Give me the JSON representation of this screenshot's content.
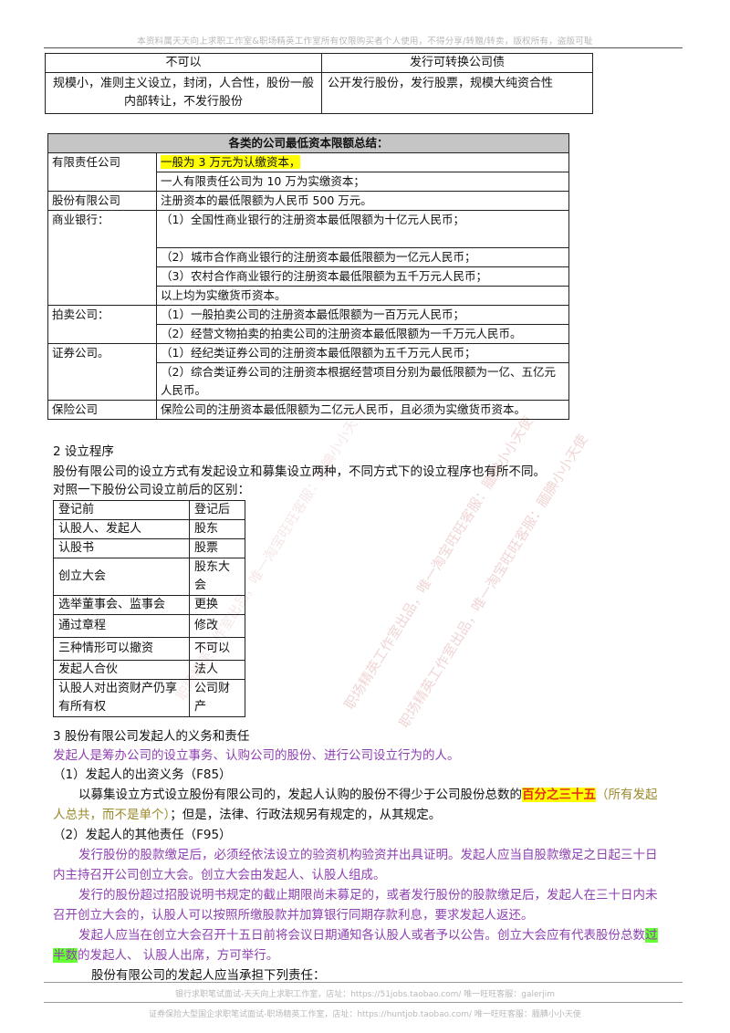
{
  "header": {
    "text": "本资料属天天向上求职工作室&职场精英工作室所有仅限购买者个人使用，不得分享/转赠/转卖，版权所有，盗版可耻"
  },
  "table1": {
    "h1": "不可以",
    "h2": "发行可转换公司债",
    "c1": "规模小，准则主义设立，封闭，人合性，股份一般内部转让，不发行股份",
    "c2": "公开发行股份，发行股票，规模大纯资合性"
  },
  "table2": {
    "title": "各类的公司最低资本限额总结：",
    "llc_label": "有限责任公司",
    "llc_1": "一般为 3 万元为认缴资本，",
    "llc_2": "一人有限责任公司为 10 万为实缴资本；",
    "jsc_label": "股份有限公司",
    "jsc_1": "注册资本的最低限额为人民币 500 万元。",
    "bank_label": "商业银行：",
    "bank_1": "（1）全国性商业银行的注册资本最低限额为十亿元人民币；",
    "bank_2": "（2）城市合作商业银行的注册资本最低限额为一亿元人民币；",
    "bank_3": "（3）农村合作商业银行的注册资本最低限额为五千万元人民币；",
    "bank_4": "以上均为实缴货币资本。",
    "auction_label": "拍卖公司：",
    "auction_1": "（1）一般拍卖公司的注册资本最低限额为一百万元人民币；",
    "auction_2": "（2）经营文物拍卖的拍卖公司的注册资本最低限额为一千万元人民币。",
    "sec_label": "证券公司。",
    "sec_1": "（1）经纪类证券公司的注册资本最低限额为五千万元人民币；",
    "sec_2": "（2）综合类证券公司的注册资本根据经营项目分别为最低限额为一亿、五亿元人民币。",
    "ins_label": "保险公司",
    "ins_1": "保险公司的注册资本最低限额为二亿元人民币，且必须为实缴货币资本。"
  },
  "section2": {
    "heading": "2   设立程序",
    "p1": "股份有限公司的设立方式有发起设立和募集设立两种，不同方式下的设立程序也有所不同。",
    "p2": "对照一下股份公司设立前后的区别："
  },
  "table3": {
    "rows": [
      [
        "登记前",
        "登记后"
      ],
      [
        "认股人、发起人",
        "股东"
      ],
      [
        "认股书",
        "股票"
      ],
      [
        "创立大会",
        "股东大会"
      ],
      [
        "选举董事会、监事会",
        "更换"
      ],
      [
        "通过章程",
        "修改"
      ],
      [
        "三种情形可以撤资",
        "不可以"
      ],
      [
        "发起人合伙",
        "法人"
      ],
      [
        "认股人对出资财产仍享有所有权",
        "公司财产"
      ]
    ]
  },
  "section3": {
    "heading": "3   股份有限公司发起人的义务和责任",
    "def": "发起人是筹办公司的设立事务、认购公司的股份、进行公司设立行为的人。",
    "s1": "（1）发起人的出资义务（F85）",
    "s1p_a": "以募集设立方式设立股份有限公司的，发起人认购的股份不得少于公司股份总数的",
    "s1p_hl": "百分之三十五",
    "s1p_b": "（所有发起",
    "s1p_c": "人总共，而不是单个）",
    "s1p_d": "；但是，法律、行政法规另有规定的，从其规定。",
    "s2": "（2）发起人的其他责任（F95）",
    "p_a1": "发行股份的股款缴足后，必须经依法设立的验资机构验资并出具证明。发起人应当自股款缴足之日起三十日",
    "p_a2": "内主持召开公司创立大会。创立大会由发起人、认股人组成。",
    "p_b1": "发行的股份超过招股说明书规定的截止期限尚未募足的，或者发行股份的股款缴足后，发起人在三十日内未",
    "p_b2": "召开创立大会的，认股人可以按照所缴股款并加算银行同期存款利息，要求发起人返还。",
    "p_c1a": "发起人应当在创立大会召开十五日前将会议日期通知各认股人或者予以公告。创立大会应有代表股份总数",
    "p_c1hl": "过",
    "p_c2hl": "半数",
    "p_c2b": "的发起人、 认股人出席，方可举行。",
    "p_d": "股份有限公司的发起人应当承担下列责任："
  },
  "watermark": {
    "w1": "职场精英工作室出品，唯一淘宝旺旺客服：腼腆小小天使",
    "w2": "职场精英工作室出品，唯一淘宝旺旺客服：腼腆小小天使",
    "w3": "职场精英工作室出品，唯一淘宝旺旺客服：腼腆小小天使"
  },
  "footer": {
    "line1": "银行求职笔试面试-天天向上求职工作室，店址：https://51jobs.taobao.com/ 唯一旺旺客服：galerjim",
    "line2": "证券保险大型国企求职笔试面试-职场精英工作室，店址：https://huntjob.taobao.com/ 唯一旺旺客服：腼腆小小天使"
  }
}
